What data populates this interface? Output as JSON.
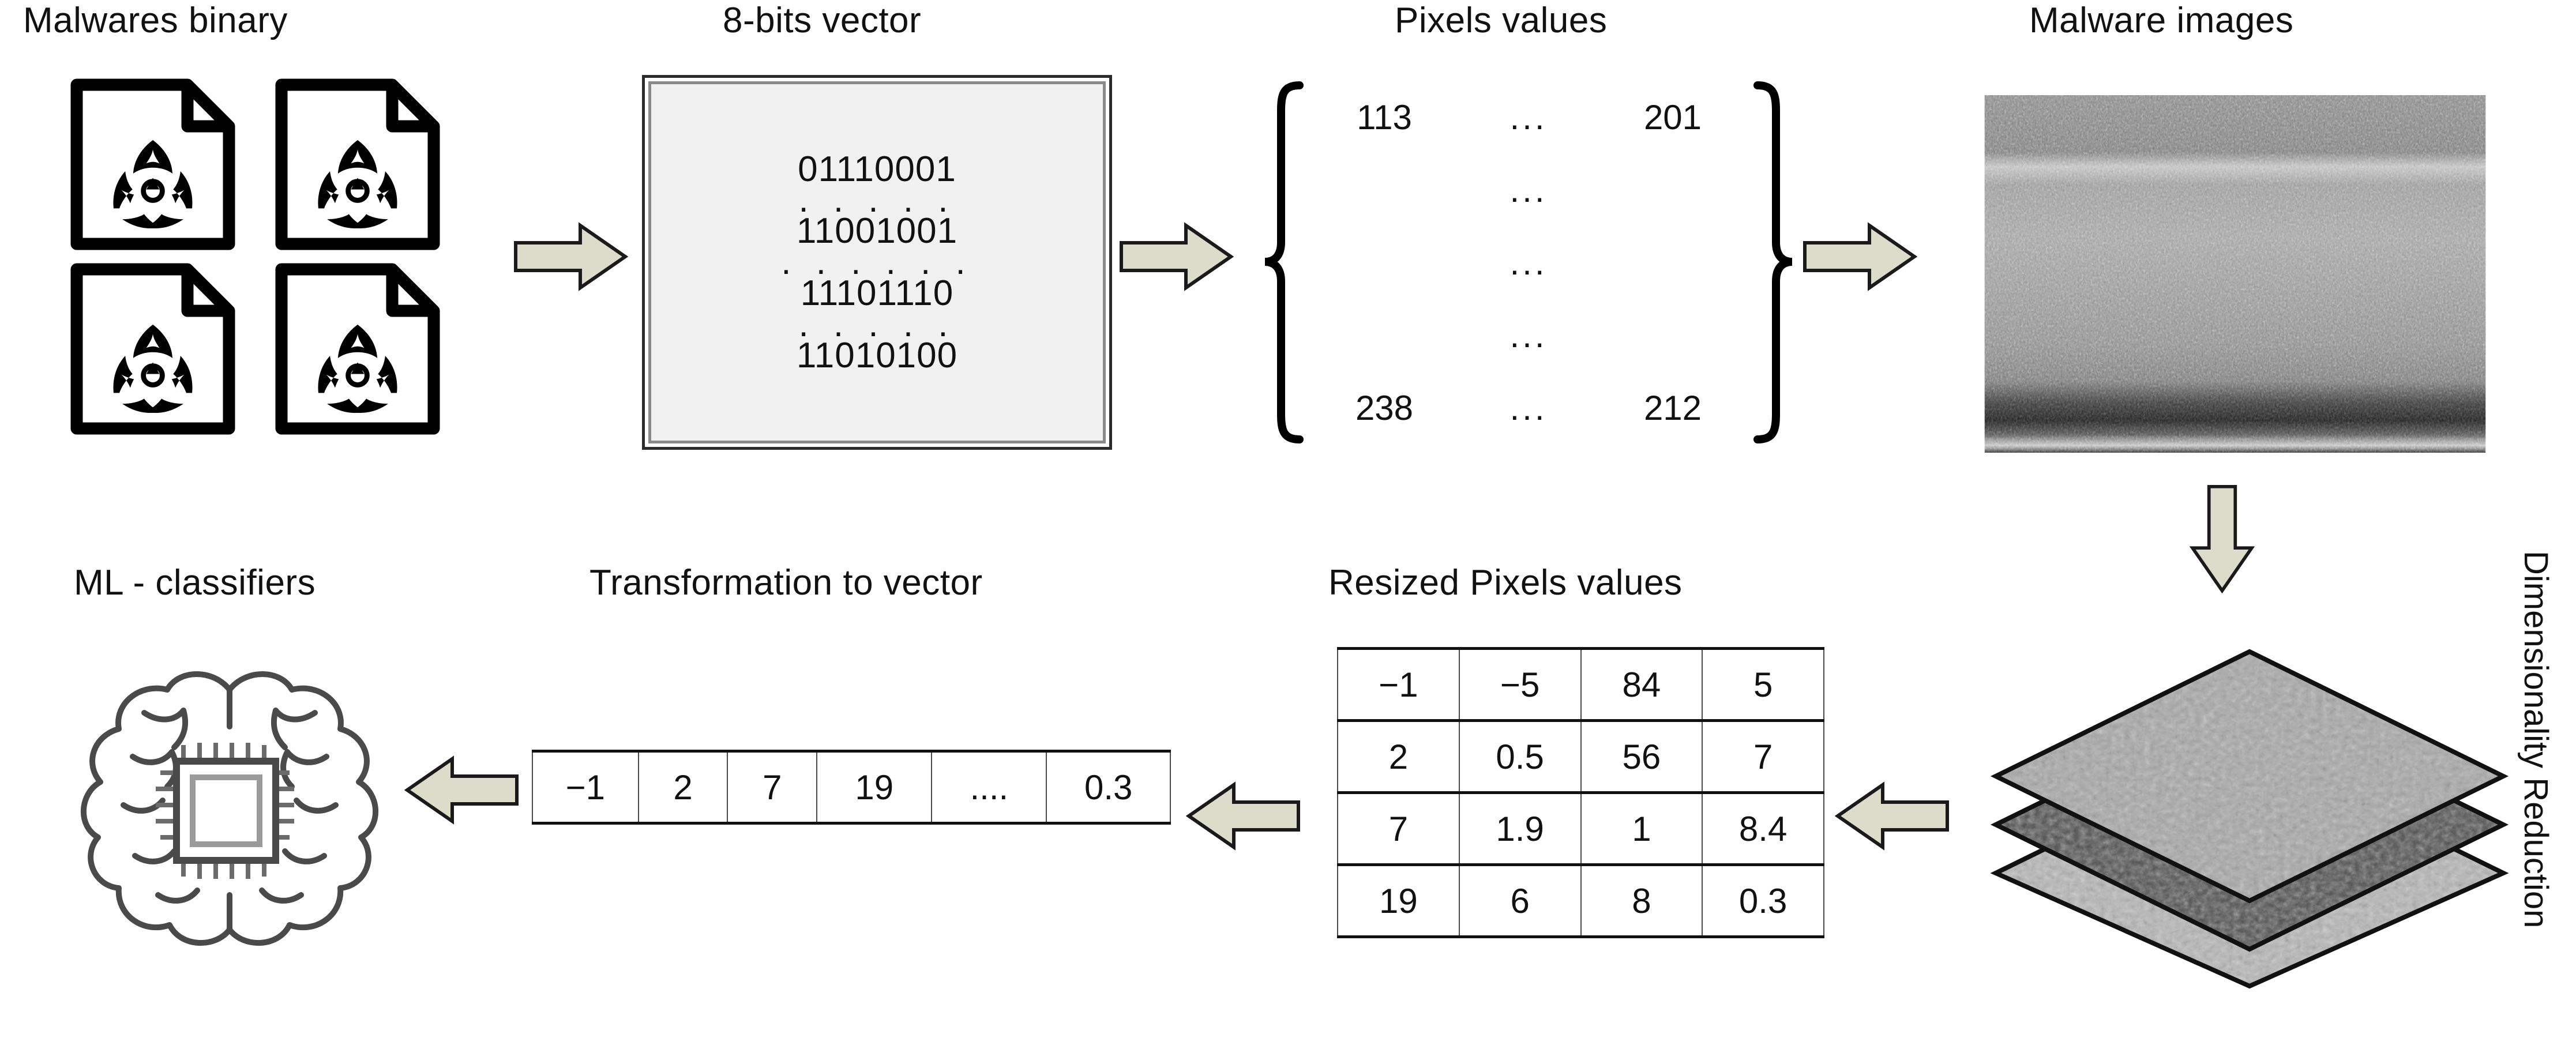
{
  "diagram": {
    "title_row_top": [
      {
        "key": "malwares_binary",
        "label": "Malwares binary"
      },
      {
        "key": "bits_vector",
        "label": "8-bits vector"
      },
      {
        "key": "pixels_values",
        "label": "Pixels values"
      },
      {
        "key": "malware_images",
        "label": "Malware images"
      }
    ],
    "title_row_bottom": [
      {
        "key": "ml_classifiers",
        "label": "ML - classifiers"
      },
      {
        "key": "transformation_to_vector",
        "label": "Transformation to vector"
      },
      {
        "key": "resized_pixels_values",
        "label": "Resized Pixels values"
      }
    ],
    "side_label": "Dimensionality Reduction"
  },
  "bits_vector": {
    "lines": [
      "01110001",
      "11001001",
      "11101110",
      "11010100"
    ],
    "separators": [
      ". . . . .",
      ". . . . . .",
      ". . . . ."
    ]
  },
  "pixels_matrix": {
    "top_left": "113",
    "top_right": "201",
    "bottom_left": "238",
    "bottom_right": "212",
    "ellipsis": "...",
    "middle_rows": [
      "...",
      "...",
      "...",
      "..."
    ]
  },
  "resized_matrix": {
    "rows": [
      [
        "−1",
        "−5",
        "84",
        "5"
      ],
      [
        "2",
        "0.5",
        "56",
        "7"
      ],
      [
        "7",
        "1.9",
        "1",
        "8.4"
      ],
      [
        "19",
        "6",
        "8",
        "0.3"
      ]
    ]
  },
  "feature_vector": {
    "cells": [
      "−1",
      "2",
      "7",
      "19",
      "....",
      "0.3"
    ]
  },
  "icons": {
    "file_malware": "biohazard-file-icon",
    "brain_chip": "brain-chip-icon",
    "layers": "stacked-layers-icon",
    "noise": "malware-grayscale-image"
  },
  "colors": {
    "arrow_fill": "#dcdccb",
    "arrow_stroke": "#1a1a1a",
    "panel_fill": "#f1f1f1",
    "panel_border": "#2b2b2b",
    "text": "#111111",
    "background": "#ffffff"
  }
}
